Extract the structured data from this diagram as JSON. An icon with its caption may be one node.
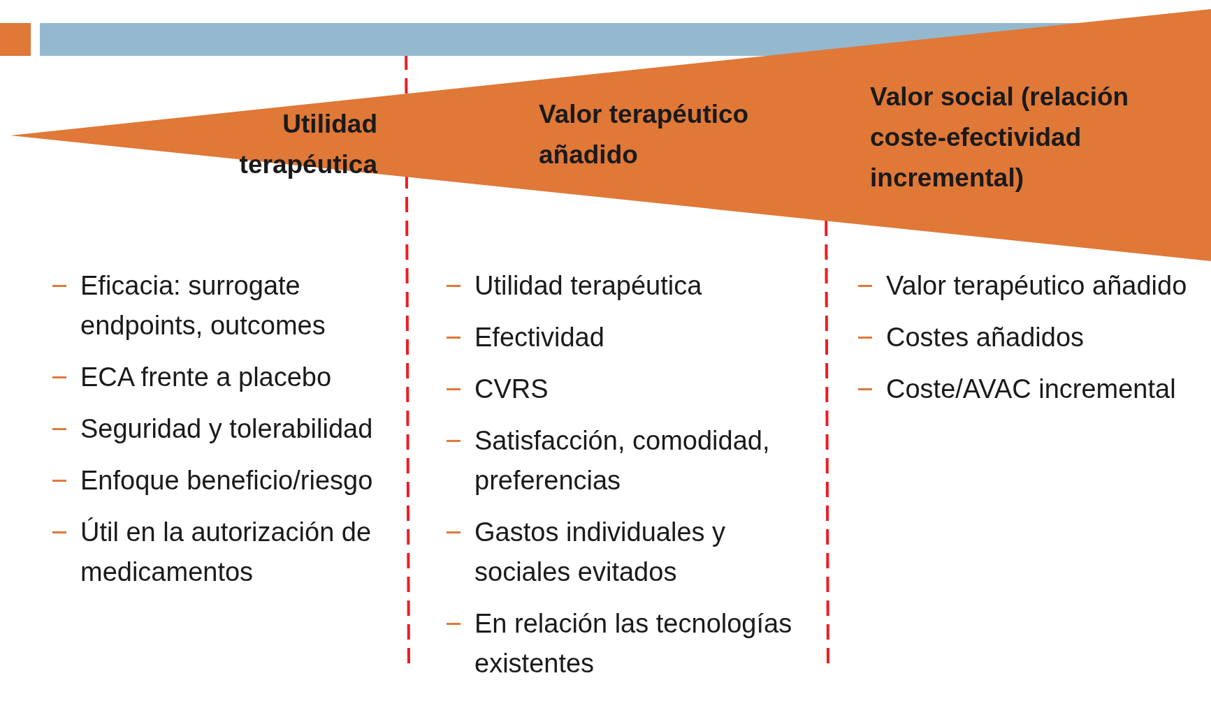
{
  "diagram": {
    "nodes": [
      {
        "text": [
          "Utilidad terapéutica",
          "Valor terapéutico añadido",
          "Valor social (relación coste-efectividad incremental)"
        ]
      }
    ],
    "labels": [
      "Eficacia: surrogate endpoints, outcomes",
      "ECA frente a placebo",
      "Seguridad y tolerabilidad",
      "Enfoque beneficio/riesgo",
      "Útil en la autorización de medicamentos",
      "Utilidad terapéutica",
      "Efectividad",
      "CVRS",
      "Satisfacción, comodidad, preferencias",
      "Gastos individuales y sociales evitados",
      "En relación las tecnologías existentes",
      "Valor terapéutico añadido",
      "Costes añadidos",
      "Coste/AVAC incremental"
    ]
  }
}
